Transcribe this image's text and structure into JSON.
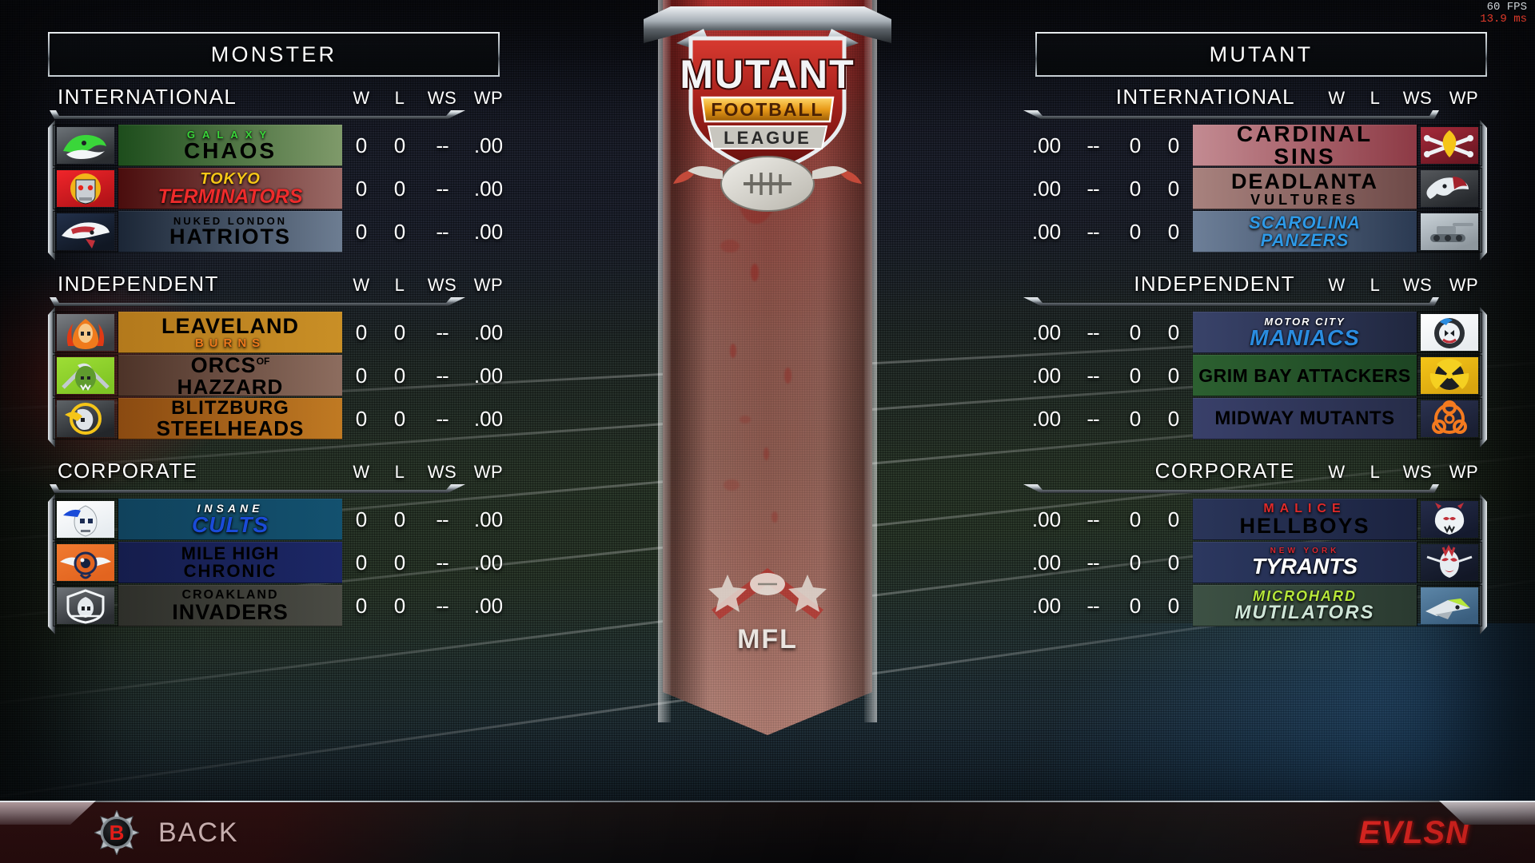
{
  "hud": {
    "fps": "60 FPS",
    "frametime": "13.9 ms"
  },
  "tabs": [
    {
      "label": "MONSTER"
    },
    {
      "label": "MUTANT"
    }
  ],
  "stat_columns": [
    "W",
    "L",
    "WS",
    "WP"
  ],
  "center_banner": {
    "line1": "MUTANT",
    "line2": "FOOTBALL",
    "line3": "LEAGUE",
    "bottom_mark": "MFL"
  },
  "footer": {
    "back_key": "B",
    "back_label": "BACK",
    "brand": "EVLSN"
  },
  "conferences": [
    {
      "name": "MONSTER",
      "side": "left",
      "divisions": [
        {
          "title": "INTERNATIONAL",
          "teams": [
            {
              "city": "GALAXY",
              "name": "CHAOS",
              "w": "0",
              "l": "0",
              "ws": "--",
              "wp": ".00",
              "logo": "serpent-head-logo",
              "row_bg1": "#1d4d1c",
              "row_bg2": "#7f9a6a",
              "logo_bg1": "#6d7378",
              "logo_bg2": "#2a2d31",
              "name_color": "#eef3f6",
              "city_color": "#3ad63a",
              "style": "chaos"
            },
            {
              "city": "TOKYO",
              "name": "TERMINATORS",
              "w": "0",
              "l": "0",
              "ws": "--",
              "wp": ".00",
              "logo": "robot-skull-logo",
              "row_bg1": "#4a0d0d",
              "row_bg2": "#9b6a66",
              "logo_bg1": "#f0252a",
              "logo_bg2": "#b51419",
              "name_color": "#ef2b2b",
              "city_color": "#f5c518",
              "style": "terminators"
            },
            {
              "city": "NUKED LONDON",
              "name": "HATRIOTS",
              "w": "0",
              "l": "0",
              "ws": "--",
              "wp": ".00",
              "logo": "patriot-head-logo",
              "row_bg1": "#1b2636",
              "row_bg2": "#6d7d92",
              "logo_bg1": "#22304a",
              "logo_bg2": "#101723",
              "name_color": "#ffffff",
              "city_color": "#e2424a",
              "style": "hatriots"
            }
          ]
        },
        {
          "title": "INDEPENDENT",
          "teams": [
            {
              "city": "",
              "name": "LEAVELAND",
              "sub": "BURNS",
              "w": "0",
              "l": "0",
              "ws": "--",
              "wp": ".00",
              "logo": "flaming-skull-logo",
              "row_bg1": "#b3791c",
              "row_bg2": "#c98f26",
              "logo_bg1": "#7b7f84",
              "logo_bg2": "#3b3e42",
              "name_color": "#e8eaec",
              "city_color": "#ef7a1c",
              "style": "leaveland"
            },
            {
              "city": "",
              "name": "ORCS",
              "sub": "HAZZARD",
              "suffix": "OF",
              "w": "0",
              "l": "0",
              "ws": "--",
              "wp": ".00",
              "logo": "orc-axes-logo",
              "row_bg1": "#4d3328",
              "row_bg2": "#8d6d5f",
              "logo_bg1": "#9ede35",
              "logo_bg2": "#7fc424",
              "name_color": "#ffffff",
              "city_color": "#f04a10",
              "style": "orcs"
            },
            {
              "city": "BLITZBURG",
              "name": "STEELHEADS",
              "w": "0",
              "l": "0",
              "ws": "--",
              "wp": ".00",
              "logo": "viking-skull-logo",
              "row_bg1": "#8a4a11",
              "row_bg2": "#c07a23",
              "logo_bg1": "#5e6367",
              "logo_bg2": "#23262a",
              "name_color": "#f5c518",
              "city_color": "#f5c518",
              "style": "blitzburg"
            }
          ]
        },
        {
          "title": "CORPORATE",
          "teams": [
            {
              "city": "INSANE",
              "name": "CULTS",
              "w": "0",
              "l": "0",
              "ws": "--",
              "wp": ".00",
              "logo": "skull-colt-logo",
              "row_bg1": "#10425c",
              "row_bg2": "#13516f",
              "logo_bg1": "#ffffff",
              "logo_bg2": "#e7ecf0",
              "name_color": "#1a4bd8",
              "city_color": "#ffffff",
              "style": "cults"
            },
            {
              "city": "MILE HIGH",
              "name": "CHRONIC",
              "w": "0",
              "l": "0",
              "ws": "--",
              "wp": ".00",
              "logo": "winged-eye-logo",
              "row_bg1": "#151d4c",
              "row_bg2": "#1c2766",
              "logo_bg1": "#f07a30",
              "logo_bg2": "#e2641f",
              "name_color": "#2a49c8",
              "city_color": "#ffe9d8",
              "style": "milehigh"
            },
            {
              "city": "CROAKLAND",
              "name": "INVADERS",
              "w": "0",
              "l": "0",
              "ws": "--",
              "wp": ".00",
              "logo": "shield-skull-logo",
              "row_bg1": "#2e2f2a",
              "row_bg2": "#4a4b44",
              "logo_bg1": "#6e7378",
              "logo_bg2": "#2b2e32",
              "name_color": "#ffffff",
              "city_color": "#b9bcc0",
              "style": "invaders"
            }
          ]
        }
      ]
    },
    {
      "name": "MUTANT",
      "side": "right",
      "divisions": [
        {
          "title": "INTERNATIONAL",
          "teams": [
            {
              "city": "CARDINAL",
              "name": "SINS",
              "w": "0",
              "l": "0",
              "ws": "--",
              "wp": ".00",
              "logo": "cardinal-bones-logo",
              "row_bg1": "#8d3a45",
              "row_bg2": "#c38b92",
              "logo_bg1": "#a52a3a",
              "logo_bg2": "#6d1723",
              "name_color": "#ffffff",
              "city_color": "#ffffff",
              "style": "cardinal"
            },
            {
              "city": "DEADLANTA",
              "name": "VULTURES",
              "w": "0",
              "l": "0",
              "ws": "--",
              "wp": ".00",
              "logo": "vulture-head-logo",
              "row_bg1": "#6e4a48",
              "row_bg2": "#a8827e",
              "logo_bg1": "#55585c",
              "logo_bg2": "#25282c",
              "name_color": "#ffffff",
              "city_color": "#b8483f",
              "style": "deadlanta"
            },
            {
              "city": "SCAROLINA",
              "name": "PANZERS",
              "w": "0",
              "l": "0",
              "ws": "--",
              "wp": ".00",
              "logo": "tank-logo",
              "row_bg1": "#2b3a52",
              "row_bg2": "#6d7f98",
              "logo_bg1": "#c9d2d8",
              "logo_bg2": "#8e979e",
              "name_color": "#2e9ae8",
              "city_color": "#2e9ae8",
              "style": "panzers"
            }
          ]
        },
        {
          "title": "INDEPENDENT",
          "teams": [
            {
              "city": "MOTOR CITY",
              "name": "MANIACS",
              "w": "0",
              "l": "0",
              "ws": "--",
              "wp": ".00",
              "logo": "clown-gear-logo",
              "row_bg1": "#20273f",
              "row_bg2": "#39436a",
              "logo_bg1": "#ffffff",
              "logo_bg2": "#e8ecef",
              "name_color": "#2a8ce0",
              "city_color": "#ffffff",
              "style": "maniacs"
            },
            {
              "city": "",
              "name": "GRIM BAY ATTACKERS",
              "w": "0",
              "l": "0",
              "ws": "--",
              "wp": ".00",
              "logo": "radiation-logo",
              "row_bg1": "#1d4523",
              "row_bg2": "#2c6030",
              "logo_bg1": "#f5c518",
              "logo_bg2": "#d8a50f",
              "name_color": "#f5d021",
              "city_color": "#f5d021",
              "style": "grimbay"
            },
            {
              "city": "",
              "name": "MIDWAY MUTANTS",
              "w": "0",
              "l": "0",
              "ws": "--",
              "wp": ".00",
              "logo": "biohazard-logo",
              "row_bg1": "#262c48",
              "row_bg2": "#39406a",
              "logo_bg1": "#2b3250",
              "logo_bg2": "#1a1f33",
              "name_color": "#f47a1f",
              "city_color": "#f47a1f",
              "style": "midway"
            }
          ]
        },
        {
          "title": "CORPORATE",
          "teams": [
            {
              "city": "MALICE",
              "name": "HELLBOYS",
              "w": "0",
              "l": "0",
              "ws": "--",
              "wp": ".00",
              "logo": "devil-bat-logo",
              "row_bg1": "#1b2340",
              "row_bg2": "#2a3559",
              "logo_bg1": "#252c4a",
              "logo_bg2": "#141a2e",
              "name_color": "#dfe6ef",
              "city_color": "#e02a2a",
              "style": "hellboys"
            },
            {
              "city": "NEW YORK",
              "name": "TYRANTS",
              "w": "0",
              "l": "0",
              "ws": "--",
              "wp": ".00",
              "logo": "demon-face-logo",
              "row_bg1": "#1d2645",
              "row_bg2": "#2c3860",
              "logo_bg1": "#20283f",
              "logo_bg2": "#121726",
              "name_color": "#ffffff",
              "city_color": "#d8272f",
              "style": "tyrants"
            },
            {
              "city": "MICROHARD",
              "name": "MUTILATORS",
              "w": "0",
              "l": "0",
              "ws": "--",
              "wp": ".00",
              "logo": "cyber-bird-logo",
              "row_bg1": "#2a3a30",
              "row_bg2": "#3d5144",
              "logo_bg1": "#5c86a8",
              "logo_bg2": "#3a5e7e",
              "name_color": "#cfe6d8",
              "city_color": "#b7e83a",
              "style": "mutilators"
            }
          ]
        }
      ]
    }
  ]
}
